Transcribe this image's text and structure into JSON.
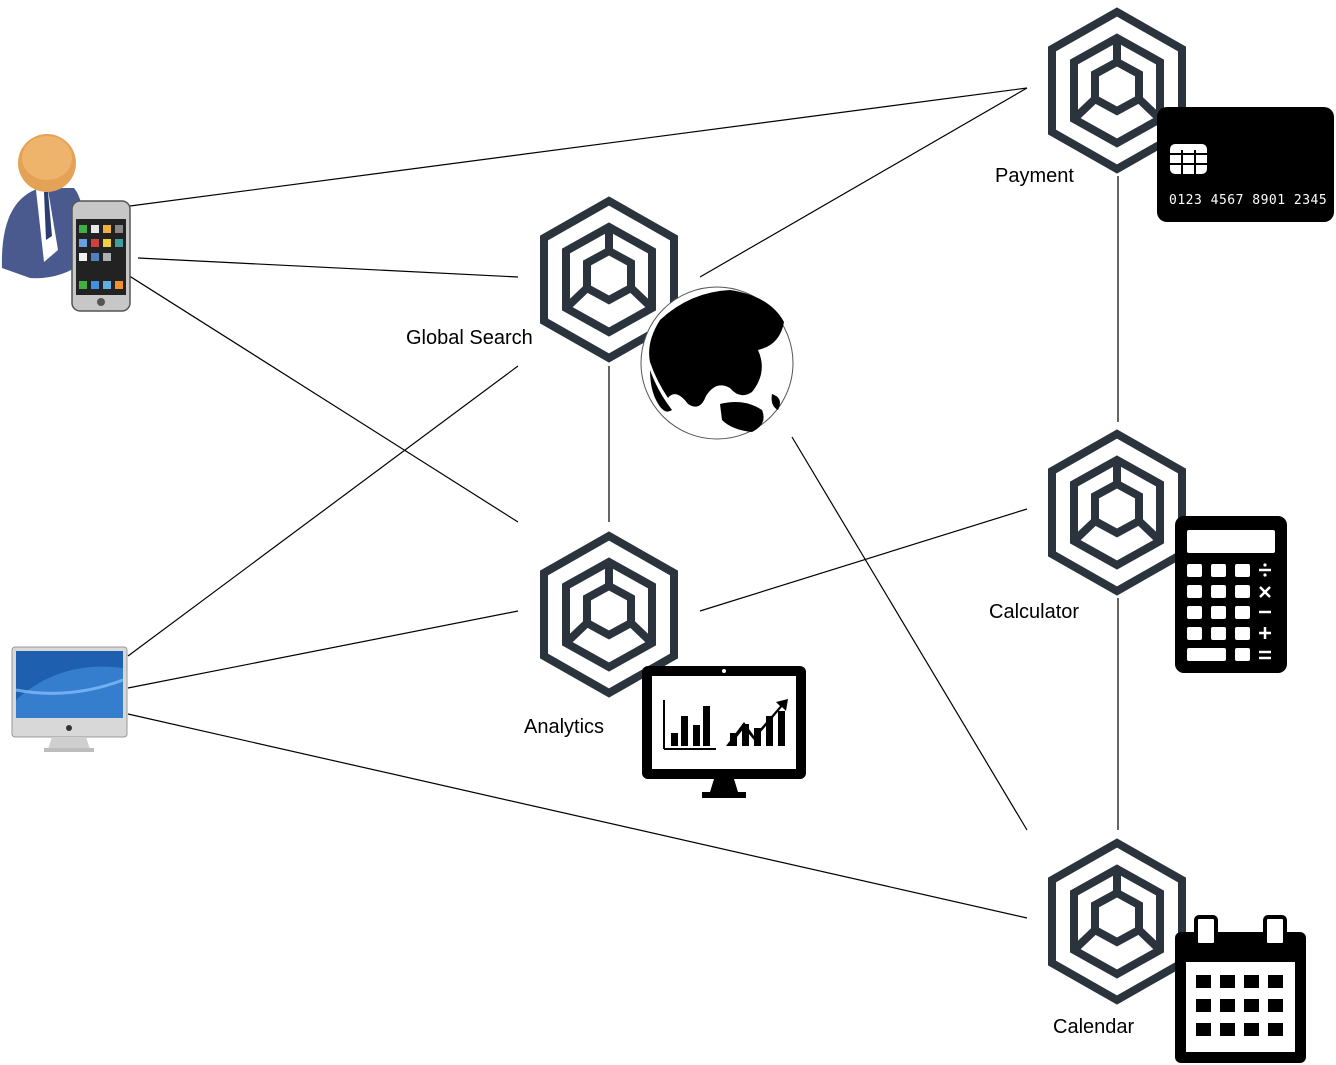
{
  "diagram": {
    "clients": [
      {
        "id": "mobile-user",
        "icon": "person-with-smartphone-icon"
      },
      {
        "id": "desktop",
        "icon": "desktop-computer-icon"
      }
    ],
    "services": [
      {
        "id": "global-search",
        "label": "Global Search",
        "icon": "cube-icon",
        "badge": "globe-icon"
      },
      {
        "id": "analytics",
        "label": "Analytics",
        "icon": "cube-icon",
        "badge": "analytics-monitor-icon"
      },
      {
        "id": "payment",
        "label": "Payment",
        "icon": "cube-icon",
        "badge": "credit-card-icon"
      },
      {
        "id": "calculator",
        "label": "Calculator",
        "icon": "cube-icon",
        "badge": "calculator-icon"
      },
      {
        "id": "calendar",
        "label": "Calendar",
        "icon": "cube-icon",
        "badge": "calendar-icon"
      }
    ],
    "card_number": "0123 4567 8901 2345",
    "connections": [
      [
        "mobile-user",
        "payment"
      ],
      [
        "mobile-user",
        "global-search"
      ],
      [
        "mobile-user",
        "analytics"
      ],
      [
        "desktop",
        "global-search"
      ],
      [
        "desktop",
        "analytics"
      ],
      [
        "desktop",
        "calendar"
      ],
      [
        "global-search",
        "payment"
      ],
      [
        "global-search",
        "analytics"
      ],
      [
        "global-search",
        "calendar"
      ],
      [
        "analytics",
        "calculator"
      ],
      [
        "payment",
        "calculator"
      ],
      [
        "calculator",
        "calendar"
      ]
    ],
    "colors": {
      "cube_stroke": "#2b333d",
      "edge": "#000000",
      "icon_fill": "#000000",
      "label": "#000000"
    }
  }
}
